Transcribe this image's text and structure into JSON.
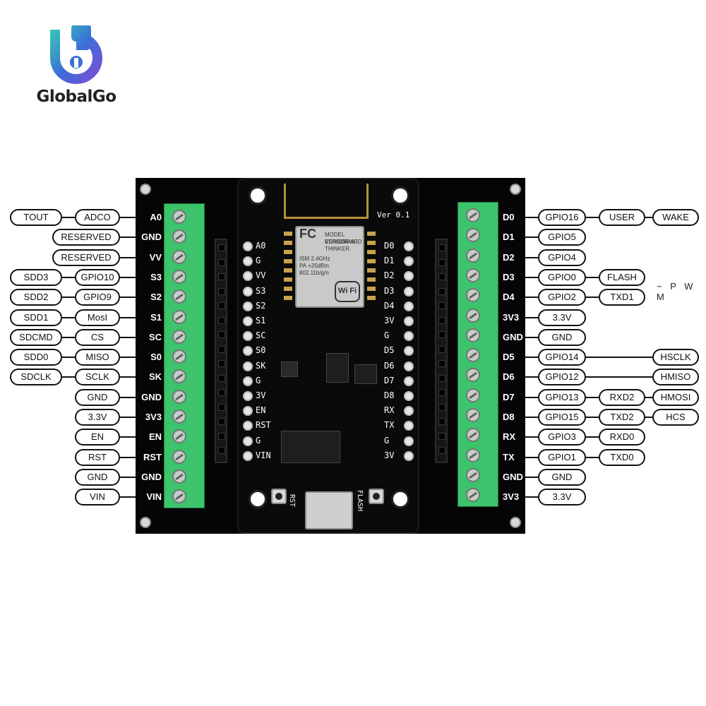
{
  "brand": {
    "name": "GlobalGo",
    "colors": {
      "primary": "#3b6fd8",
      "accent": "#38c1b5"
    }
  },
  "board": {
    "left_pins": [
      "A0",
      "GND",
      "VV",
      "S3",
      "S2",
      "S1",
      "SC",
      "S0",
      "SK",
      "GND",
      "3V3",
      "EN",
      "RST",
      "GND",
      "VIN"
    ],
    "right_pins": [
      "D0",
      "D1",
      "D2",
      "D3",
      "D4",
      "3V3",
      "GND",
      "D5",
      "D6",
      "D7",
      "D8",
      "RX",
      "TX",
      "GND",
      "3V3"
    ],
    "mcu_left": [
      "A0",
      "G",
      "VV",
      "S3",
      "S2",
      "S1",
      "SC",
      "S0",
      "SK",
      "G",
      "3V",
      "EN",
      "RST",
      "G",
      "VIN"
    ],
    "mcu_right": [
      "D0",
      "D1",
      "D2",
      "D3",
      "D4",
      "3V",
      "G",
      "D5",
      "D6",
      "D7",
      "D8",
      "RX",
      "TX",
      "G",
      "3V"
    ],
    "mcu_version": "Ver 0.1",
    "button_rst": "RST",
    "button_flash": "FLASH",
    "esp_lines": [
      "MODEL ESP8266MOD",
      "VENDOR AI-THINKER",
      "ISM 2.4GHz",
      "PA +25dBm",
      "802.11b/g/n"
    ],
    "wifi_logo": "Wi Fi",
    "fc_mark": "FC"
  },
  "left_callouts": [
    [
      "TOUT",
      "ADCO"
    ],
    [
      "RESERVED"
    ],
    [
      "RESERVED"
    ],
    [
      "SDD3",
      "GPIO10"
    ],
    [
      "SDD2",
      "GPIO9"
    ],
    [
      "SDD1",
      "MosI"
    ],
    [
      "SDCMD",
      "CS"
    ],
    [
      "SDD0",
      "MISO"
    ],
    [
      "SDCLK",
      "SCLK"
    ],
    [
      "GND"
    ],
    [
      "3.3V"
    ],
    [
      "EN"
    ],
    [
      "RST"
    ],
    [
      "GND"
    ],
    [
      "VIN"
    ]
  ],
  "right_callouts": [
    [
      "GPIO16",
      "USER",
      "WAKE"
    ],
    [
      "GPIO5"
    ],
    [
      "GPIO4"
    ],
    [
      "GPIO0",
      "FLASH"
    ],
    [
      "GPIO2",
      "TXD1"
    ],
    [
      "3.3V"
    ],
    [
      "GND"
    ],
    [
      "GPIO14",
      "",
      "HSCLK"
    ],
    [
      "GPIO12",
      "",
      "HMISO"
    ],
    [
      "GPIO13",
      "RXD2",
      "HMOSI"
    ],
    [
      "GPIO15",
      "TXD2",
      "HCS"
    ],
    [
      "GPIO3",
      "RXD0"
    ],
    [
      "GPIO1",
      "TXD0"
    ],
    [
      "GND"
    ],
    [
      "3.3V"
    ]
  ],
  "pwm_note": "~ P W M"
}
